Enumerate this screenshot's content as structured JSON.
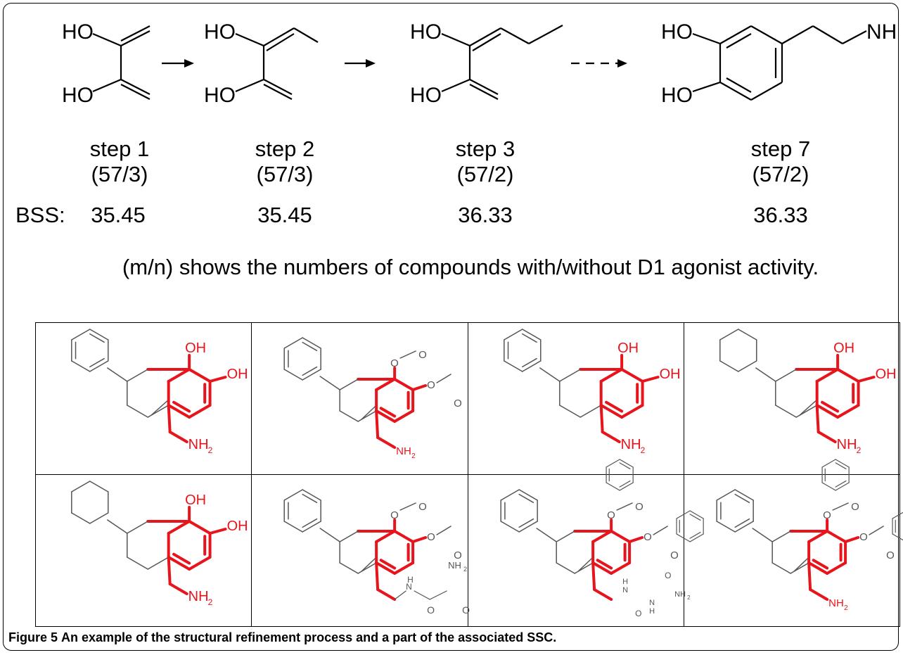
{
  "scheme": {
    "labels": {
      "oh": "HO",
      "nh": "NH"
    },
    "steps": [
      {
        "name": "step 1",
        "counts": "(57/3)",
        "bss": "35.45"
      },
      {
        "name": "step 2",
        "counts": "(57/3)",
        "bss": "35.45"
      },
      {
        "name": "step 3",
        "counts": "(57/2)",
        "bss": "36.33"
      },
      {
        "name": "step 7",
        "counts": "(57/2)",
        "bss": "36.33"
      }
    ],
    "bss_label": "BSS:",
    "note": "(m/n) shows the numbers of compounds with/without D1 agonist activity."
  },
  "ssc": {
    "highlight_color": "#e8141c",
    "cells": [
      {
        "top": "phenyl",
        "ring": "dihydro",
        "sub": "OH",
        "labels": [
          "OH",
          "OH",
          "NH",
          "2"
        ]
      },
      {
        "top": "phenyl",
        "ring": "dihydro",
        "sub": "acetoxy",
        "labels": [
          "O",
          "O",
          "O",
          "O",
          "NH",
          "2"
        ]
      },
      {
        "top": "phenyl",
        "ring": "tetrahydro",
        "sub": "OH",
        "labels": [
          "OH",
          "OH",
          "NH",
          "2"
        ]
      },
      {
        "top": "cyclohexyl",
        "ring": "dihydro",
        "sub": "OH",
        "labels": [
          "OH",
          "OH",
          "NH",
          "2"
        ]
      },
      {
        "top": "cyclohexyl",
        "ring": "tetrahydro",
        "sub": "OH",
        "labels": [
          "OH",
          "OH",
          "NH",
          "2"
        ]
      },
      {
        "top": "phenyl",
        "ring": "dihydro",
        "sub": "acetoxy-amide",
        "labels": [
          "O",
          "O",
          "O",
          "O",
          "NH",
          "2",
          "H",
          "N",
          "O",
          "O"
        ]
      },
      {
        "top": "phenyl",
        "ring": "dihydro",
        "sub": "benzoyloxy-peptide",
        "labels": [
          "O",
          "O",
          "O",
          "O",
          "H",
          "N",
          "N",
          "H",
          "O",
          "O",
          "NH",
          "2"
        ]
      },
      {
        "top": "phenyl",
        "ring": "dihydro",
        "sub": "benzoyloxy",
        "labels": [
          "O",
          "O",
          "O",
          "O",
          "NH",
          "2"
        ]
      }
    ]
  },
  "caption": {
    "label": "Figure 5",
    "text": "An example of the structural refinement process and a part of the associated SSC."
  }
}
